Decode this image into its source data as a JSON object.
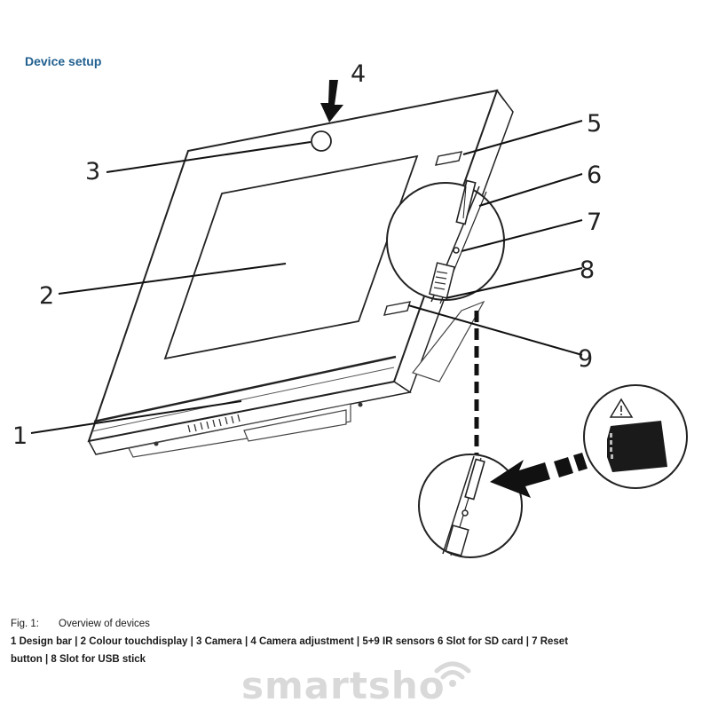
{
  "heading": "Device setup",
  "callouts": [
    "1",
    "2",
    "3",
    "4",
    "5",
    "6",
    "7",
    "8",
    "9"
  ],
  "caption": {
    "fig_label": "Fig. 1:",
    "fig_title": "Overview of devices",
    "legend_line1": "1  Design bar  |  2  Colour touchdisplay  |  3  Camera  |  4  Camera adjustment  |  5+9 IR sensors  6  Slot for SD card  |  7  Reset",
    "legend_line2": "button  |  8  Slot for USB stick"
  },
  "watermark": "smartsho",
  "icons": [
    "warning-icon",
    "arrow-icon",
    "wifi-icon"
  ]
}
